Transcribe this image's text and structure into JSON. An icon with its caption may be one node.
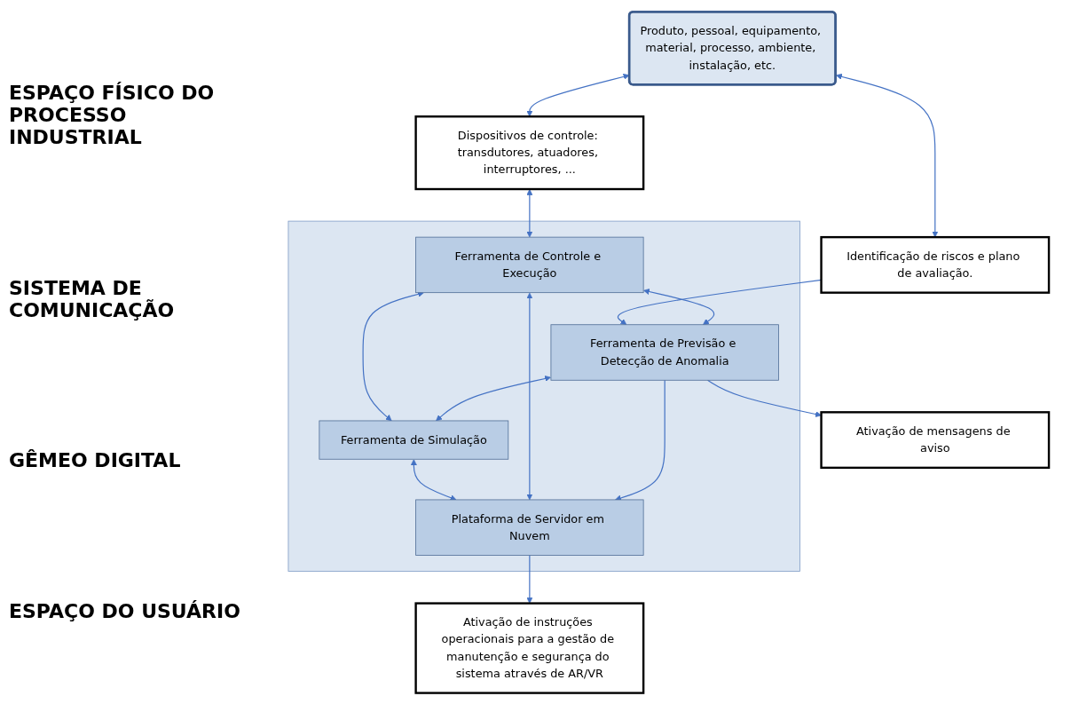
{
  "diagram": {
    "nodes": [
      {
        "text": [
          "Produto, pessoal, equipamento, material, processo, ambiente, instalação, etc."
        ]
      },
      {
        "text": [
          "Dispositivos de controle: transdutores, atuadores, interruptores, ..."
        ]
      },
      {
        "text": [
          "Identificação de riscos e plano de avaliação."
        ]
      },
      {
        "text": [],
        "shape": "box"
      },
      {
        "text": [
          "Ferramenta de Controle e Execução"
        ],
        "in": 3
      },
      {
        "text": [
          "Ferramenta de Previsão e Detecção de Anomalia"
        ],
        "in": 3
      },
      {
        "text": [
          "Ferramenta de Simulação"
        ],
        "in": 3
      },
      {
        "text": [
          "Plataforma de Servidor em Nuvem"
        ],
        "in": 3
      },
      {
        "text": [
          "Ativação de instruções operacionais para a gestão de manutenção e segurança do sistema através de AR/VR"
        ]
      },
      {
        "text": [
          "Ativação de mensagens de aviso"
        ]
      }
    ],
    "edges": [
      {
        "from": 0,
        "to": 1,
        "arrow": "both"
      },
      {
        "from": 0,
        "to": 2,
        "arrow": "both"
      },
      {
        "from": 1,
        "to": 4,
        "arrow": "both"
      },
      {
        "from": 2,
        "to": 5,
        "arrow": "to"
      },
      {
        "from": 4,
        "to": 5,
        "arrow": "both"
      },
      {
        "from": 4,
        "to": 6,
        "arrow": "both"
      },
      {
        "from": 5,
        "to": 6,
        "arrow": "both"
      },
      {
        "from": 6,
        "to": 7,
        "arrow": "both"
      },
      {
        "from": 4,
        "to": 7,
        "arrow": "both"
      },
      {
        "from": 5,
        "to": 7,
        "arrow": "to"
      },
      {
        "from": 5,
        "to": 9,
        "arrow": "to"
      },
      {
        "from": 7,
        "to": 8,
        "arrow": "to"
      }
    ],
    "labels": [
      "ESPAÇO FÍSICO DO PROCESSO INDUSTRIAL",
      "SISTEMA DE COMUNICAÇÃO",
      "GÊMEO DIGITAL",
      "ESPAÇO DO USUÁRIO"
    ]
  }
}
